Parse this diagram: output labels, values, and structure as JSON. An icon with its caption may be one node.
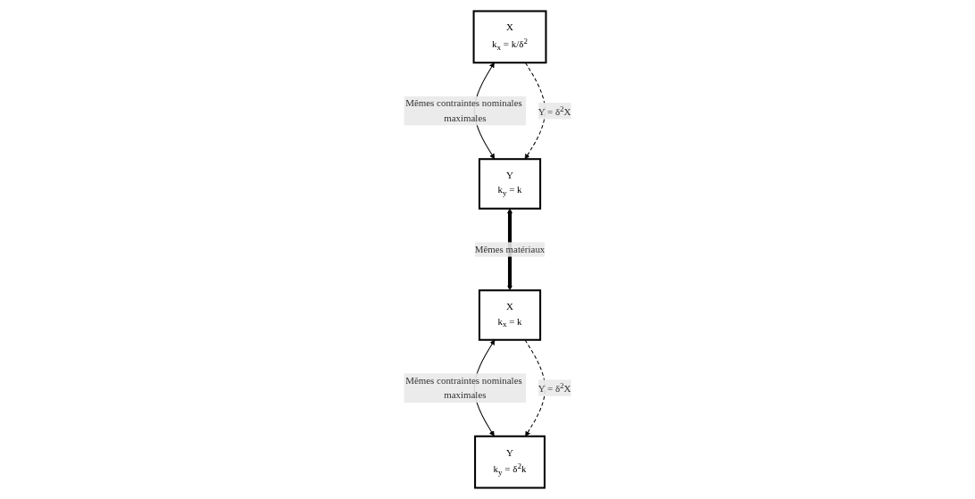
{
  "diagram": {
    "nodes": [
      {
        "text": [
          "Y",
          "k$_{y}$ = δ$^{2}$k"
        ]
      },
      {
        "text": [
          "Y",
          "k$_{y}$ = k"
        ]
      },
      {
        "text": [
          "X",
          "k$_{x}$ = k"
        ]
      },
      {
        "text": [
          "X",
          "k$_{x}$ = k/δ$^{2}$"
        ]
      }
    ],
    "edges": [
      {
        "from": 2,
        "to": 0,
        "arrow": "to",
        "style": "dashed",
        "label": "Y = δ$^{2}$X"
      },
      {
        "from": 0,
        "to": 2,
        "arrow": "both",
        "label": "Mêmes contraintes nominales maximales"
      },
      {
        "from": 2,
        "to": 1,
        "arrow": "both",
        "style": "thick",
        "label": "Mêmes matériaux"
      },
      {
        "from": 1,
        "to": 3,
        "arrow": "both",
        "label": "Mêmes contraintes nominales maximales"
      },
      {
        "from": 3,
        "to": 1,
        "arrow": "to",
        "style": "dashed",
        "label": "Y = δ$^{2}$X"
      }
    ]
  }
}
